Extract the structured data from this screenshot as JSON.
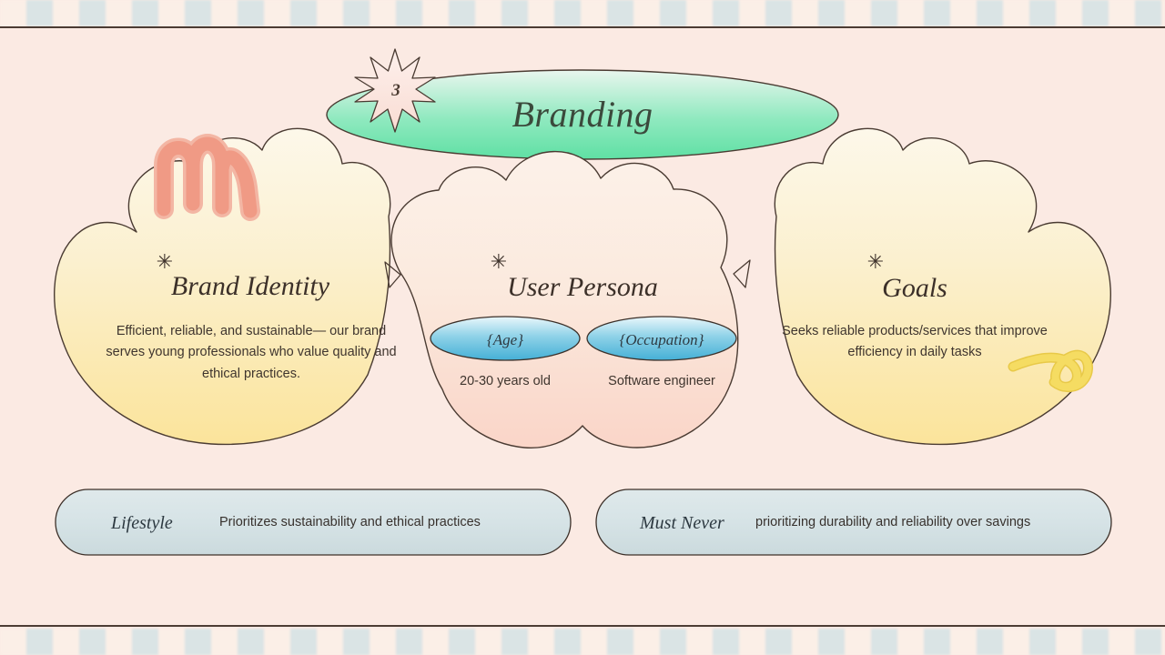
{
  "slide": {
    "background_color": "#fbeae3",
    "outline_color": "#4a3b32",
    "header": {
      "badge_number": "3",
      "title": "Branding",
      "ellipse_gradient_from": "#e9f6ee",
      "ellipse_gradient_to": "#5fe0a4",
      "badge_fill": "#fbe4dc"
    }
  },
  "cards": [
    {
      "star_glyph": "✳",
      "title": "Brand Identity",
      "body": "Efficient, reliable, and sustainable— our brand serves young professionals who value quality and ethical practices.",
      "fill_from": "#fcf5e0",
      "fill_to": "#fbe6a2",
      "decoration": "pink-squiggle"
    },
    {
      "star_glyph": "✳",
      "title": "User Persona",
      "body": "",
      "fill_from": "#fbeee2",
      "fill_to": "#fad9cd",
      "decoration": "none",
      "chips": [
        {
          "label": "{Age}",
          "value": "20-30 years old",
          "fill_from": "#e2f3fa",
          "fill_to": "#4db5d9"
        },
        {
          "label": "{Occupation}",
          "value": "Software engineer",
          "fill_from": "#e2f3fa",
          "fill_to": "#4db5d9"
        }
      ]
    },
    {
      "star_glyph": "✳",
      "title": "Goals",
      "body": "Seeks reliable products/services that improve efficiency in daily tasks",
      "fill_from": "#fcf5e0",
      "fill_to": "#fbe6a2",
      "decoration": "yellow-loop"
    }
  ],
  "footer_pills": [
    {
      "label": "Lifestyle",
      "text": "Prioritizes sustainability and ethical practices",
      "fill_from": "#dbe6e8",
      "fill_to": "#cfdee1"
    },
    {
      "label": "Must Never",
      "text": "prioritizing durability and reliability over savings",
      "fill_from": "#dbe6e8",
      "fill_to": "#cfdee1"
    }
  ],
  "decorations": {
    "pink_squiggle_color": "#f09a85",
    "yellow_loop_color": "#f5dc62",
    "checker_color_a": "#fbf0e8",
    "checker_color_b": "#d5e3e6"
  }
}
